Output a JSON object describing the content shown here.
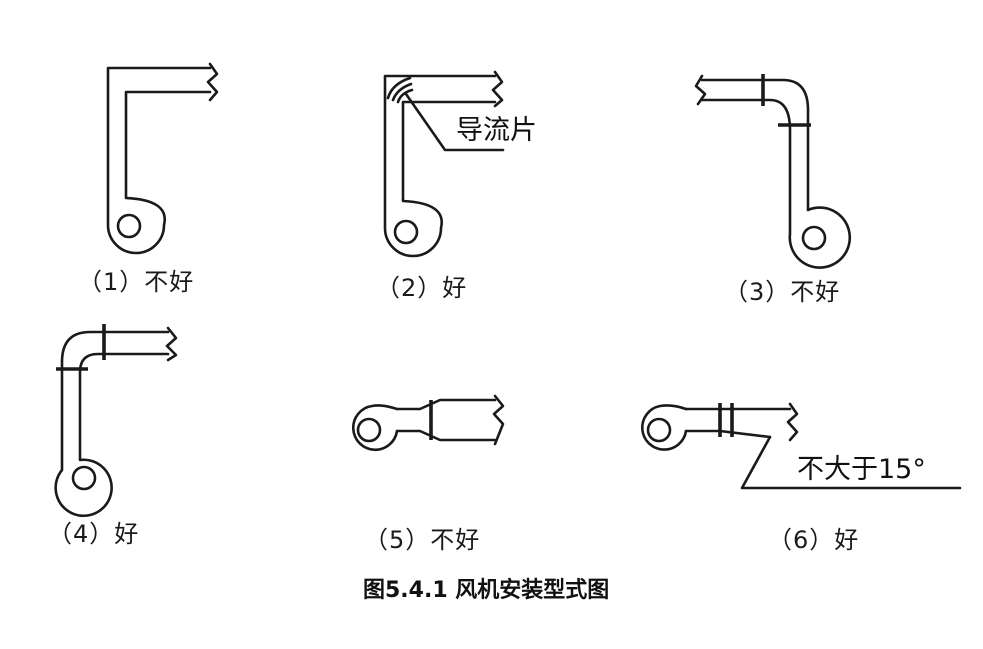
{
  "diagrams": [
    {
      "label": "（1）不好"
    },
    {
      "label": "（2）好",
      "annotation": "导流片"
    },
    {
      "label": "（3）不好"
    },
    {
      "label": "（4）好"
    },
    {
      "label": "（5）不好"
    },
    {
      "label": "（6）好",
      "annotation": "不大于15°"
    }
  ],
  "caption": "图5.4.1 风机安装型式图"
}
